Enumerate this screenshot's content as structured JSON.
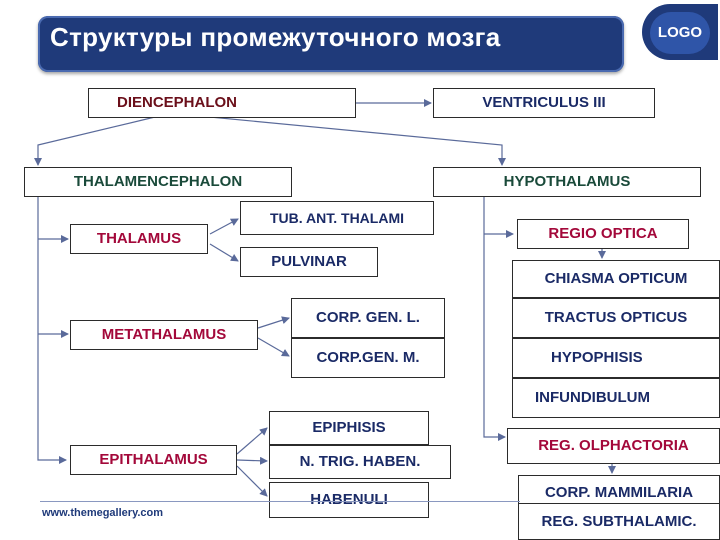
{
  "header": {
    "title": "Структуры промежуточного мозга",
    "logo": "LOGO"
  },
  "footer": {
    "url": "www.themegallery.com"
  },
  "nodes": {
    "diencephalon": "DIENCEPHALON",
    "ventriculus": "VENTRICULUS III",
    "thalamencephalon": "THALAMENCEPHALON",
    "hypothalamus": "HYPOTHALAMUS",
    "thalamus": "THALAMUS",
    "tub_ant": "TUB. ANT. THALAMI",
    "pulvinar": "PULVINAR",
    "metathalamus": "METATHALAMUS",
    "corp_gen_l": "CORP. GEN. L.",
    "corp_gen_m": "CORP.GEN. M.",
    "epithalamus": "EPITHALAMUS",
    "epiphisis": "EPIPHISIS",
    "n_trig": "N. TRIG. HABEN.",
    "habenuli": "HABENULI",
    "regio_optica": "REGIO OPTICA",
    "chiasma": "CHIASMA OPTICUM",
    "tractus": "TRACTUS OPTICUS",
    "hypophisis": "HYPOPHISIS",
    "infundibulum": "INFUNDIBULUM",
    "reg_olph": "REG. OLPHACTORIA",
    "corp_mam": "CORP. MAMMILARIA",
    "reg_sub": "REG. SUBTHALAMIC."
  },
  "colors": {
    "title_bg": "#1f3a7a",
    "line": "#5a6a9a",
    "accent_red": "#a3083a",
    "text_blue": "#1a2a66"
  }
}
